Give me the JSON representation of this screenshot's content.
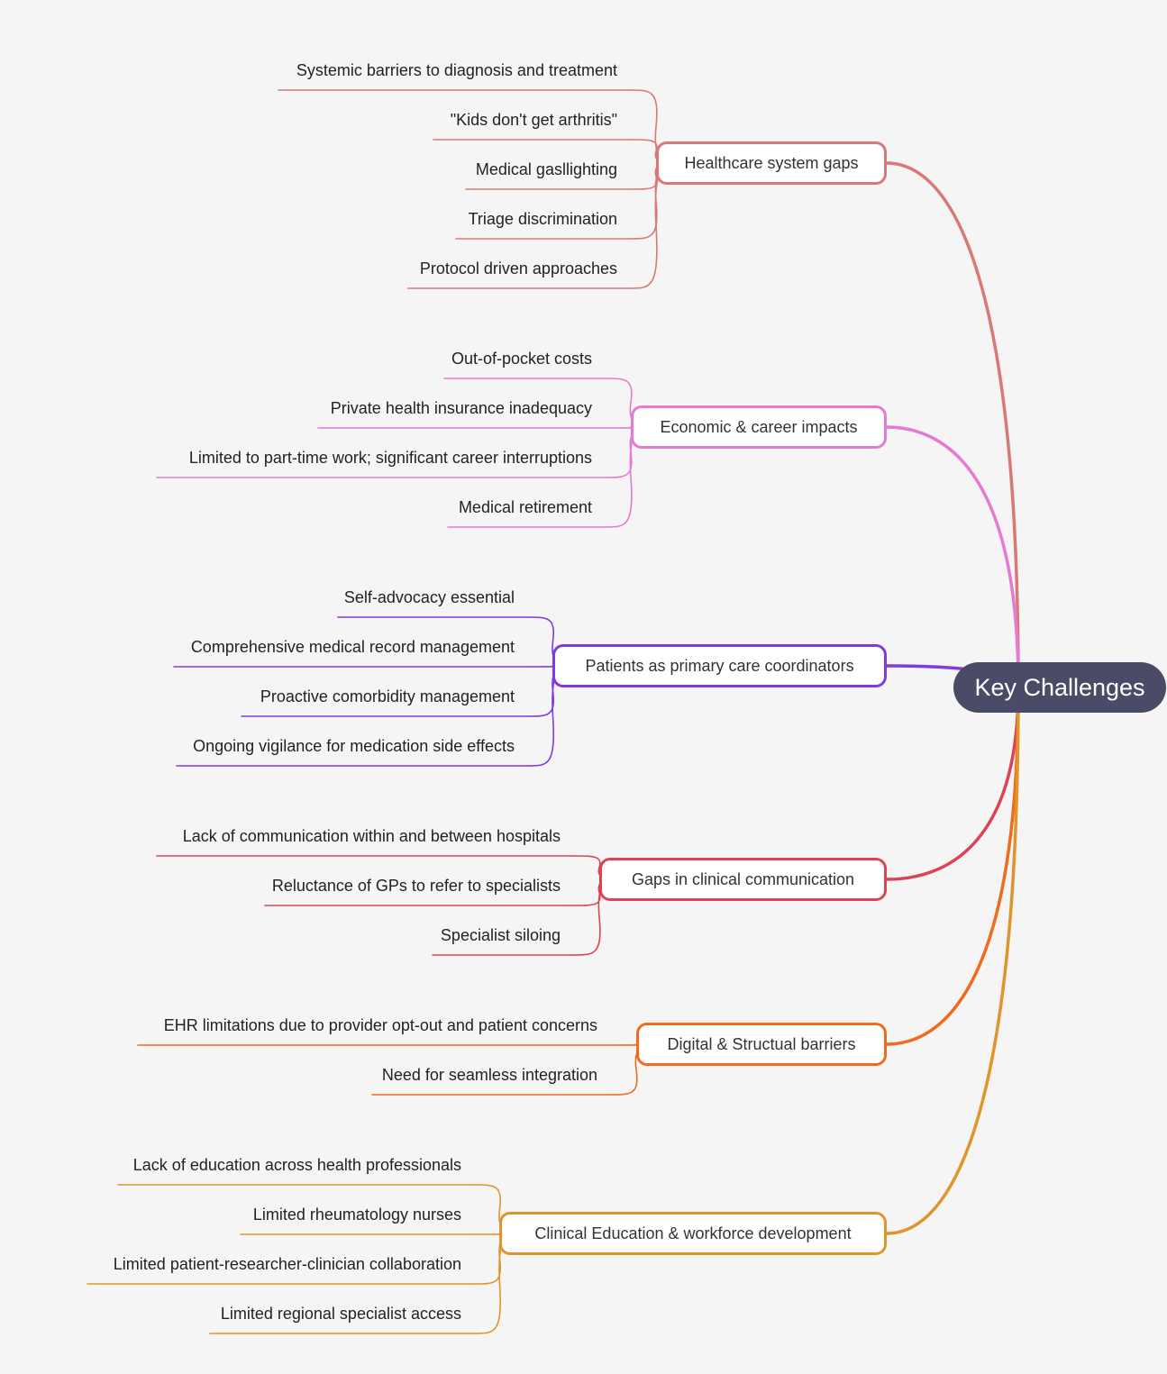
{
  "root": {
    "label": "Key Challenges",
    "color": "#4a4b67"
  },
  "branches": [
    {
      "label": "Healthcare system gaps",
      "color": "#d97878",
      "leaves": [
        "Systemic barriers to diagnosis and treatment",
        "\"Kids don't get arthritis\"",
        "Medical gasllighting",
        "Triage discrimination",
        "Protocol driven approaches"
      ]
    },
    {
      "label": "Economic & career impacts",
      "color": "#e57ad3",
      "leaves": [
        "Out-of-pocket costs",
        "Private health insurance inadequacy",
        "Limited to part-time work; significant career interruptions",
        "Medical retirement"
      ]
    },
    {
      "label": "Patients as primary care coordinators",
      "color": "#7e3be0",
      "leaves": [
        "Self-advocacy essential",
        "Comprehensive medical record management",
        "Proactive comorbidity management",
        "Ongoing vigilance for medication side effects"
      ]
    },
    {
      "label": "Gaps in clinical communication",
      "color": "#dc4356",
      "leaves": [
        "Lack of communication within and between hospitals",
        "Reluctance of GPs to refer to specialists",
        "Specialist siloing"
      ]
    },
    {
      "label": "Digital & Structual barriers",
      "color": "#f06b1c",
      "leaves": [
        "EHR limitations due to provider opt-out and patient concerns",
        "Need for seamless integration"
      ]
    },
    {
      "label": "Clinical Education & workforce development",
      "color": "#e0952a",
      "leaves": [
        "Lack of education across health professionals",
        "Limited rheumatology nurses",
        "Limited patient-researcher-clinician collaboration",
        "Limited regional specialist access"
      ]
    }
  ]
}
